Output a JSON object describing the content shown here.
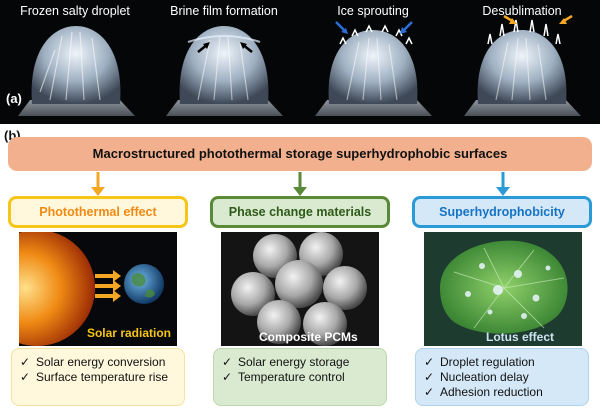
{
  "panel_a": {
    "label": "(a)",
    "steps": [
      {
        "title": "Frozen salty droplet"
      },
      {
        "title": "Brine film formation"
      },
      {
        "title": "Ice sprouting"
      },
      {
        "title": "Desublimation"
      }
    ]
  },
  "panel_b": {
    "label": "(b)",
    "banner": "Macrostructured photothermal storage superhydrophobic surfaces",
    "columns": [
      {
        "heading": "Photothermal effect",
        "caption": "Solar radiation",
        "accent": "#f5a623",
        "items": [
          "Solar energy conversion",
          "Surface temperature rise"
        ]
      },
      {
        "heading": "Phase change materials",
        "caption": "Composite PCMs",
        "accent": "#5a8a38",
        "items": [
          "Solar energy storage",
          "Temperature control"
        ]
      },
      {
        "heading": "Superhydrophobicity",
        "caption": "Lotus effect",
        "accent": "#2b9bd8",
        "items": [
          "Droplet regulation",
          "Nucleation delay",
          "Adhesion reduction"
        ]
      }
    ],
    "check_mark": "✓"
  }
}
